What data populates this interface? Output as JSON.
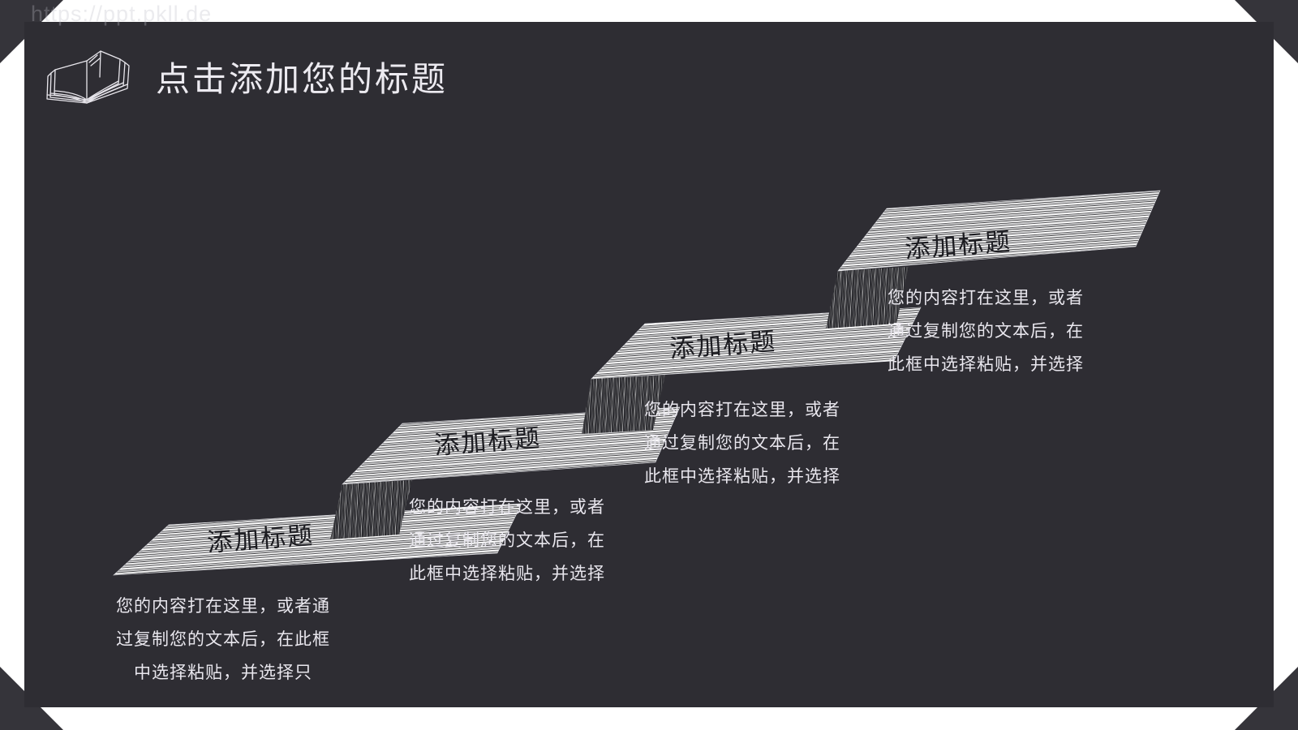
{
  "watermark": "https://ppt.pkll.de",
  "header": {
    "icon": "open-book-icon",
    "title": "点击添加您的标题"
  },
  "theme": {
    "background": "#2e2d33",
    "frame": "#ffffff",
    "corner": "#35343a",
    "step_fill": "#ffffff",
    "step_line": "#1b1b20",
    "title_color": "#eceaf0",
    "body_color": "#e9e7ee",
    "step_title_color": "#1b1b20"
  },
  "steps": [
    {
      "index": 4,
      "title": "添加标题",
      "body": "您的内容打在这里，或者通过复制您的文本后，在此框中选择粘贴，并选择",
      "body_lines": [
        "您的内容打在这里，或者",
        "通过复制您的文本后，在",
        "此框中选择粘贴，并选择"
      ]
    },
    {
      "index": 3,
      "title": "添加标题",
      "body": "您的内容打在这里，或者通过复制您的文本后，在此框中选择粘贴，并选择",
      "body_lines": [
        "您的内容打在这里，或者",
        "通过复制您的文本后，在",
        "此框中选择粘贴，并选择"
      ]
    },
    {
      "index": 2,
      "title": "添加标题",
      "body": "您的内容打在这里，或者通过复制您的文本后，在此框中选择粘贴，并选择",
      "body_lines": [
        "您的内容打在这里，或者",
        "通过复制您的文本后，在",
        "此框中选择粘贴，并选择"
      ]
    },
    {
      "index": 1,
      "title": "添加标题",
      "body": "您的内容打在这里，或者通过复制您的文本后，在此框中选择粘贴，并选择只",
      "body_lines": [
        "您的内容打在这里，或者通",
        "过复制您的文本后，在此框",
        "中选择粘贴，并选择只"
      ]
    }
  ]
}
